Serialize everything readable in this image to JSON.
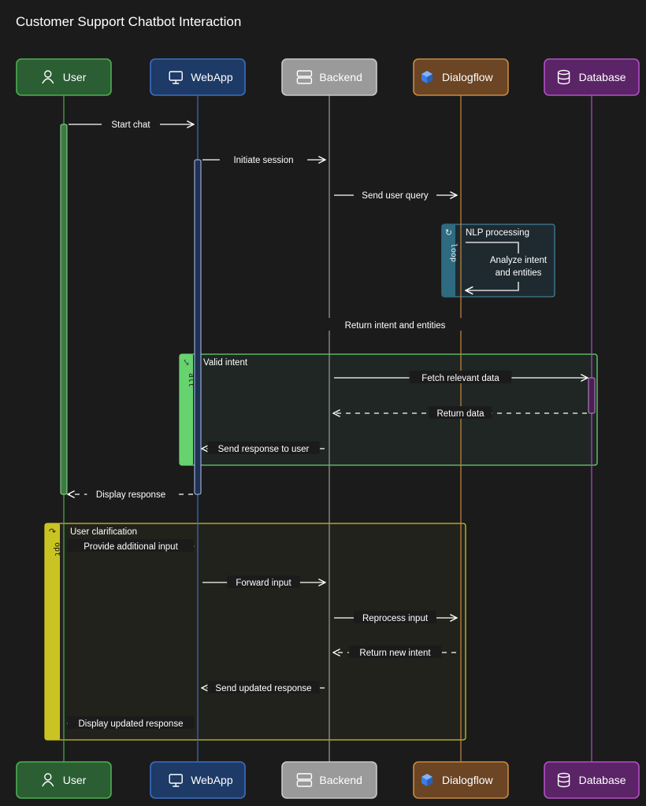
{
  "title": "Customer Support Chatbot Interaction",
  "participants": [
    {
      "id": "user",
      "label": "User",
      "icon": "user-icon",
      "fill": "#2b5e33",
      "stroke": "#4caf50",
      "line": "#4caf50"
    },
    {
      "id": "webapp",
      "label": "WebApp",
      "icon": "monitor-icon",
      "fill": "#1e3a66",
      "stroke": "#3b6fc4",
      "line": "#3b6fc4"
    },
    {
      "id": "backend",
      "label": "Backend",
      "icon": "server-icon",
      "fill": "#9a9a9a",
      "stroke": "#c8c8c8",
      "line": "#9a9a9a"
    },
    {
      "id": "dialogflow",
      "label": "Dialogflow",
      "icon": "cube-icon",
      "fill": "#6b4524",
      "stroke": "#c88a3f",
      "line": "#c88a3f"
    },
    {
      "id": "database",
      "label": "Database",
      "icon": "database-icon",
      "fill": "#5b2466",
      "stroke": "#b24fc7",
      "line": "#b24fc7"
    }
  ],
  "messages": [
    {
      "from": "user",
      "to": "webapp",
      "label": "Start chat",
      "style": "solid"
    },
    {
      "from": "webapp",
      "to": "backend",
      "label": "Initiate session",
      "style": "solid"
    },
    {
      "from": "backend",
      "to": "dialogflow",
      "label": "Send user query",
      "style": "solid"
    },
    {
      "from": "dialogflow",
      "to": "dialogflow",
      "label": "Analyze intent and entities",
      "style": "self"
    },
    {
      "from": "dialogflow",
      "to": "backend",
      "label": "Return intent and entities",
      "style": "dashed"
    },
    {
      "from": "backend",
      "to": "database",
      "label": "Fetch relevant data",
      "style": "solid"
    },
    {
      "from": "database",
      "to": "backend",
      "label": "Return data",
      "style": "dashed"
    },
    {
      "from": "backend",
      "to": "webapp",
      "label": "Send response to user",
      "style": "dashed"
    },
    {
      "from": "webapp",
      "to": "user",
      "label": "Display response",
      "style": "dashed"
    },
    {
      "from": "user",
      "to": "webapp",
      "label": "Provide additional input",
      "style": "solid"
    },
    {
      "from": "webapp",
      "to": "backend",
      "label": "Forward input",
      "style": "solid"
    },
    {
      "from": "backend",
      "to": "dialogflow",
      "label": "Reprocess input",
      "style": "solid"
    },
    {
      "from": "dialogflow",
      "to": "backend",
      "label": "Return new intent",
      "style": "dashed"
    },
    {
      "from": "backend",
      "to": "webapp",
      "label": "Send updated response",
      "style": "dashed"
    },
    {
      "from": "webapp",
      "to": "user",
      "label": "Display updated response",
      "style": "dashed"
    }
  ],
  "fragments": [
    {
      "kind": "loop",
      "label": "NLP processing",
      "accent": "#2e6a80",
      "border": "#3f7f96",
      "bg": "#1f2a30"
    },
    {
      "kind": "alt",
      "label": "Valid intent",
      "accent": "#66d36e",
      "border": "#66d36e",
      "bg": "#1f2624"
    },
    {
      "kind": "opt",
      "label": "User clarification",
      "accent": "#c9c422",
      "border": "#c9c422",
      "bg": "#22221c"
    }
  ]
}
